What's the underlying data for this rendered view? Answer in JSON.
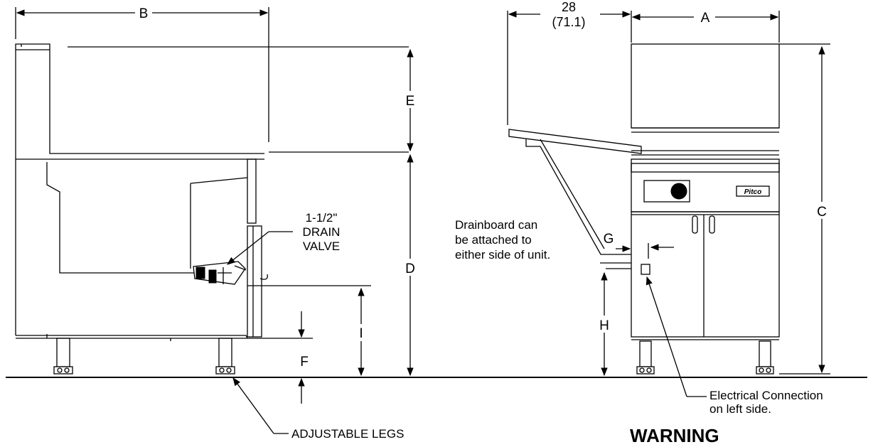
{
  "dimensions": {
    "A": "A",
    "B": "B",
    "C": "C",
    "D": "D",
    "E": "E",
    "F": "F",
    "G": "G",
    "H": "H",
    "I": "I",
    "top_left_value": "28",
    "top_left_metric": "(71.1)"
  },
  "callouts": {
    "drain_valve": [
      "1-1/2\"",
      "DRAIN",
      "VALVE"
    ],
    "drainboard": [
      "Drainboard can",
      "be attached to",
      "either side of unit."
    ],
    "electrical": [
      "Electrical Connection",
      "on left side."
    ],
    "legs": "ADJUSTABLE LEGS"
  },
  "brand": "Pitco",
  "warning": "WARNING"
}
